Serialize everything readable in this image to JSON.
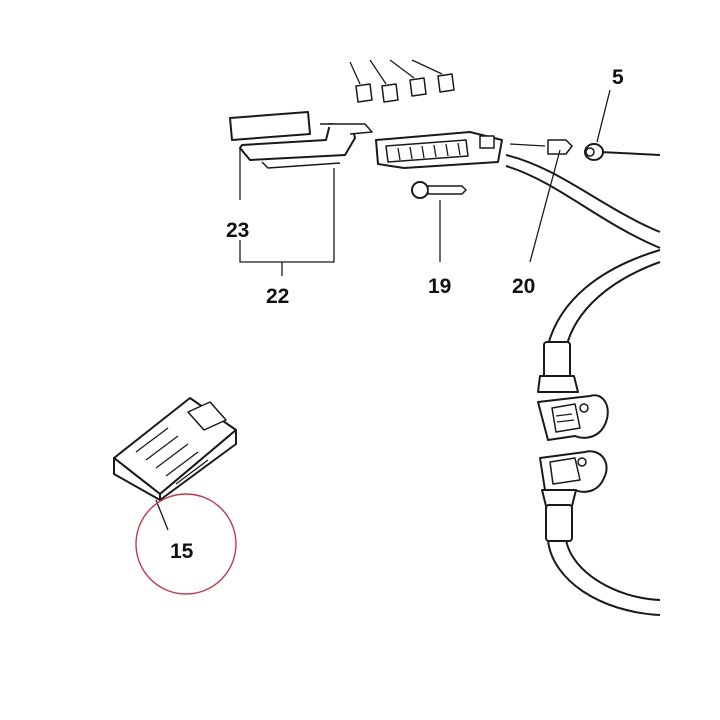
{
  "callouts": {
    "c5": "5",
    "c15": "15",
    "c19": "19",
    "c20": "20",
    "c22": "22",
    "c23": "23"
  },
  "highlight": {
    "color": "#c0394b",
    "target": "15"
  }
}
